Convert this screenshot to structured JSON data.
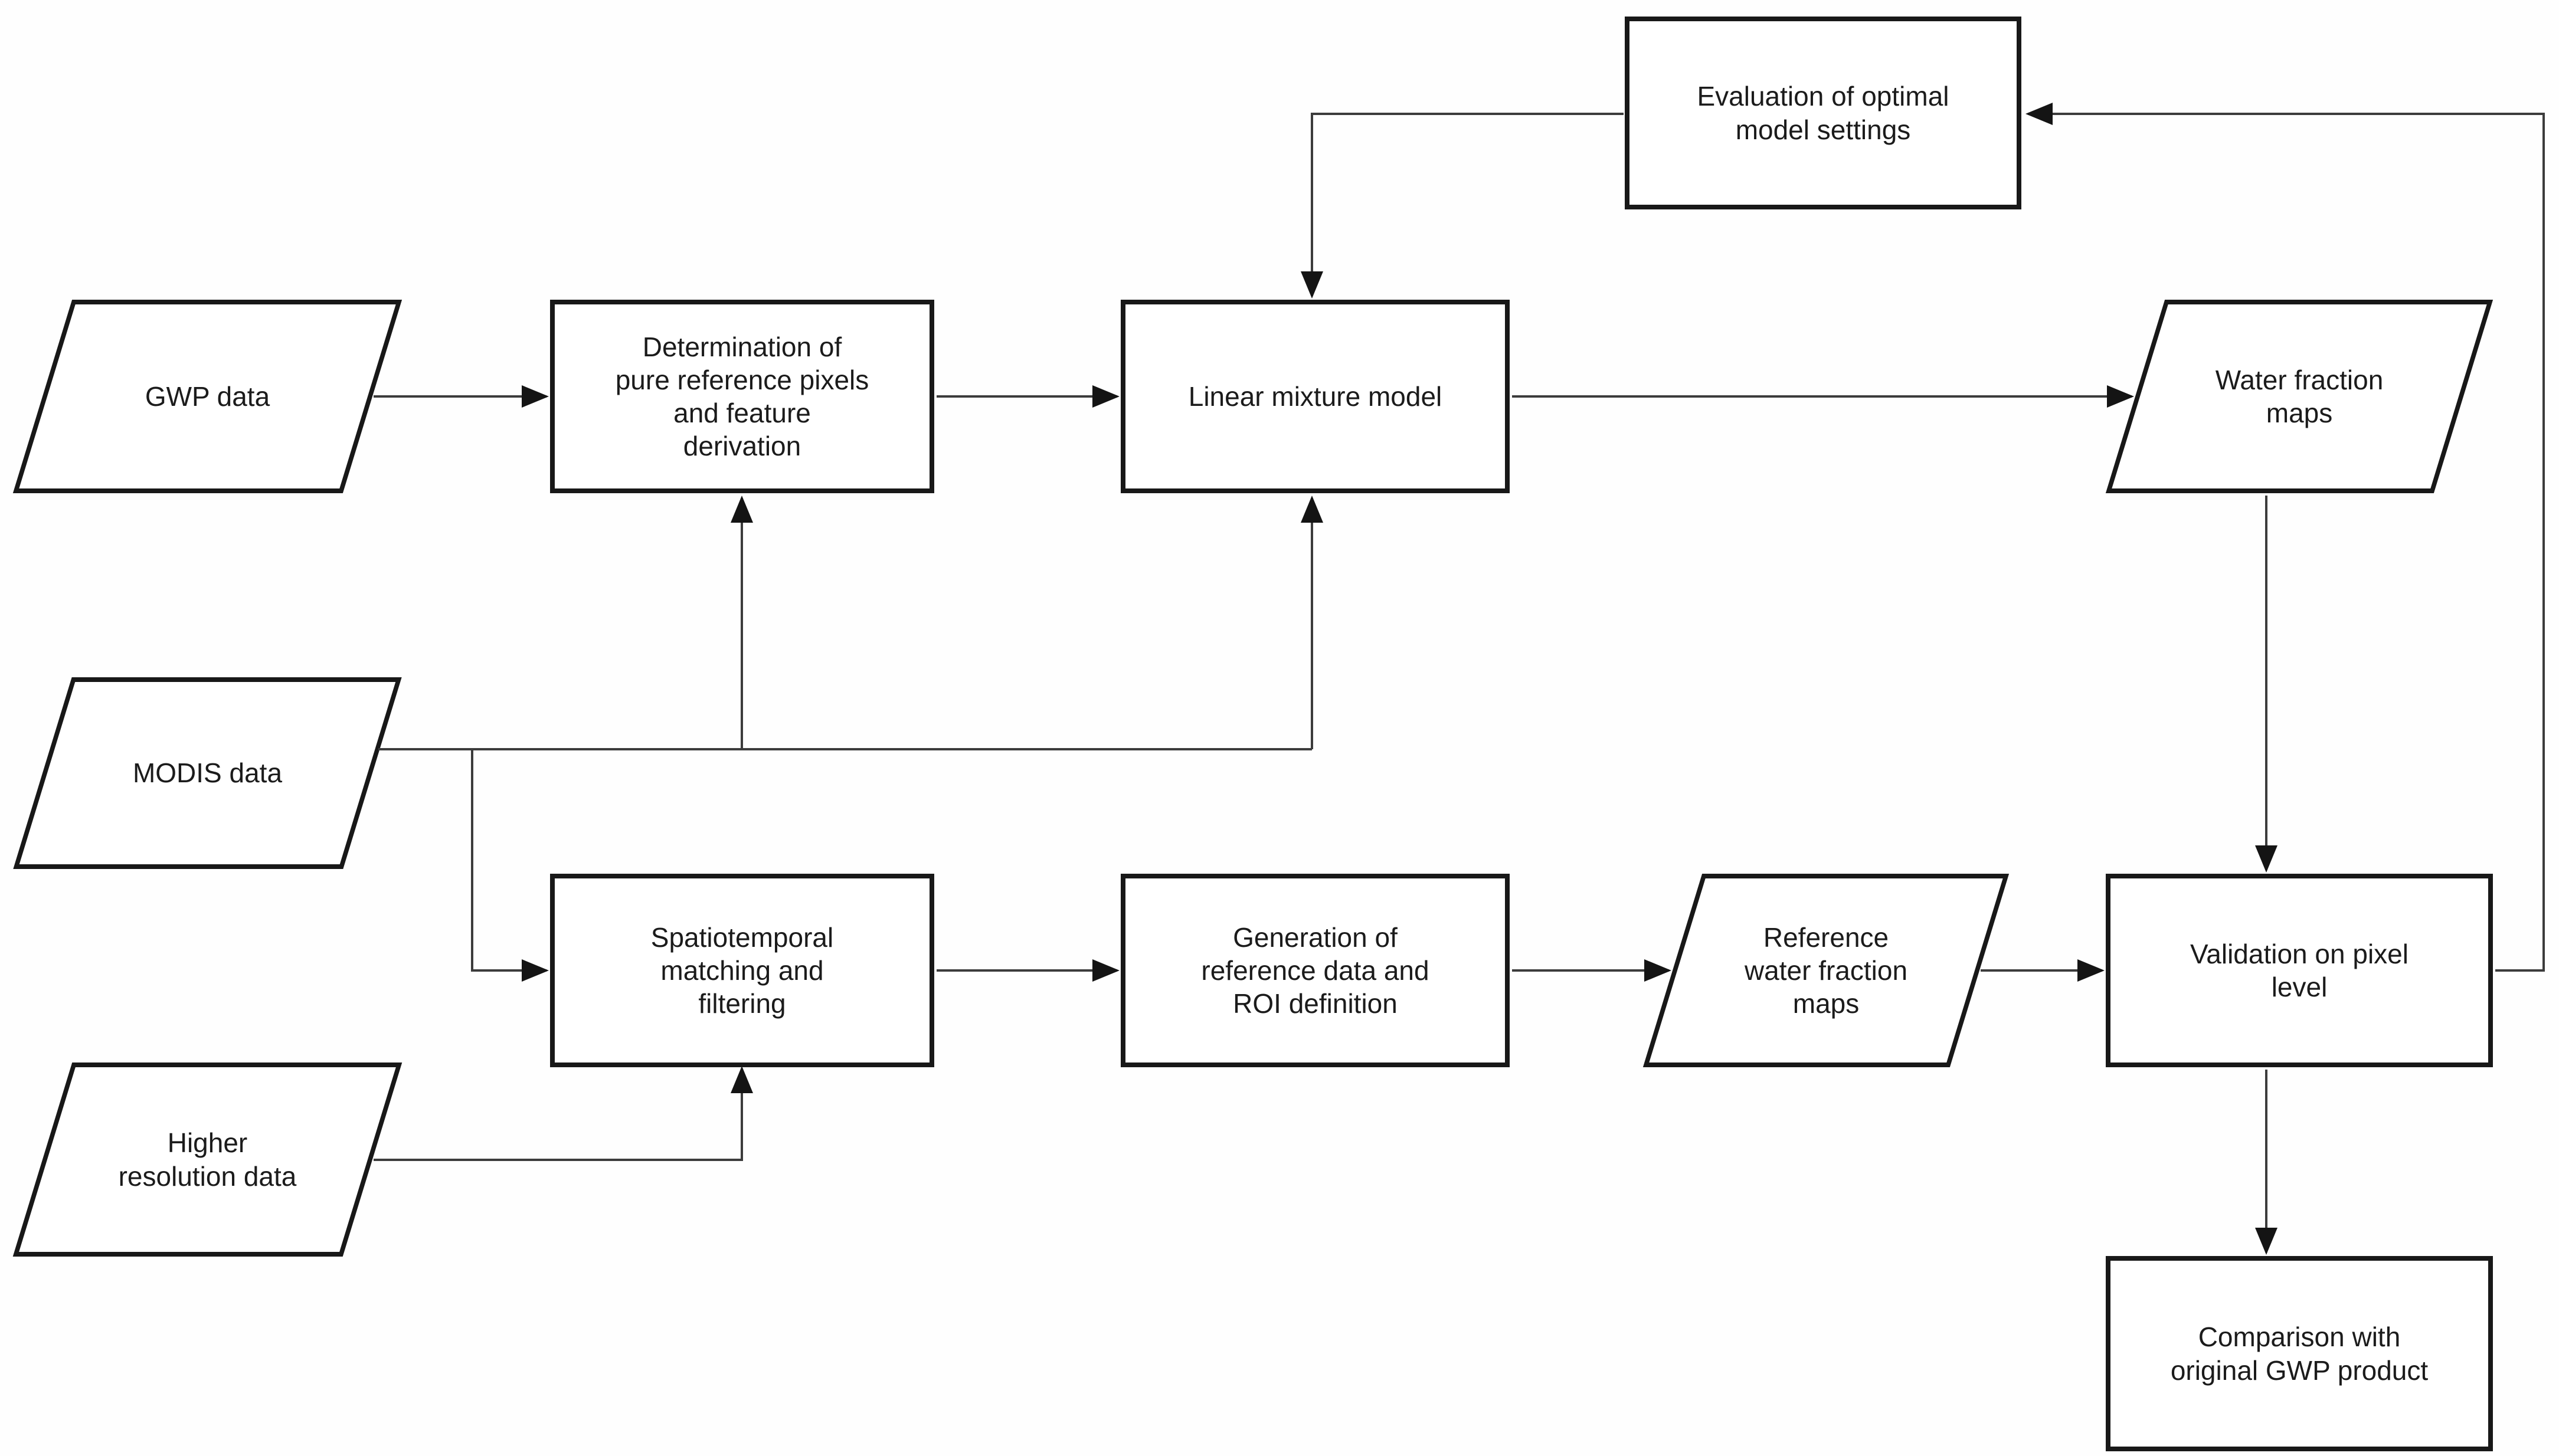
{
  "diagram": {
    "type": "flowchart",
    "colors": {
      "background": "#ffffff",
      "shape_border": "#181818",
      "connector_line": "#3c3c3c",
      "arrowhead": "#141414",
      "text": "#1b1b1b"
    },
    "nodes": {
      "evaluation": {
        "label": "Evaluation of optimal\nmodel settings",
        "shape": "process-rectangle"
      },
      "gwp_data": {
        "label": "GWP data",
        "shape": "data-parallelogram"
      },
      "determination": {
        "label": "Determination of\npure reference pixels\nand feature\nderivation",
        "shape": "process-rectangle"
      },
      "linear_mixture": {
        "label": "Linear mixture model",
        "shape": "process-rectangle"
      },
      "water_fraction_maps": {
        "label": "Water fraction\nmaps",
        "shape": "data-parallelogram"
      },
      "modis_data": {
        "label": "MODIS data",
        "shape": "data-parallelogram"
      },
      "spatiotemporal": {
        "label": "Spatiotemporal\nmatching and\nfiltering",
        "shape": "process-rectangle"
      },
      "generation": {
        "label": "Generation of\nreference data and\nROI definition",
        "shape": "process-rectangle"
      },
      "reference_wfm": {
        "label": "Reference\nwater fraction\nmaps",
        "shape": "data-parallelogram"
      },
      "validation": {
        "label": "Validation on pixel\nlevel",
        "shape": "process-rectangle"
      },
      "higher_resolution_data": {
        "label": "Higher\nresolution data",
        "shape": "data-parallelogram"
      },
      "comparison": {
        "label": "Comparison with\noriginal GWP product",
        "shape": "process-rectangle"
      }
    },
    "edges": [
      {
        "from": "gwp_data",
        "to": "determination"
      },
      {
        "from": "modis_data",
        "to": "determination"
      },
      {
        "from": "modis_data",
        "to": "linear_mixture"
      },
      {
        "from": "modis_data",
        "to": "spatiotemporal"
      },
      {
        "from": "determination",
        "to": "linear_mixture"
      },
      {
        "from": "evaluation",
        "to": "linear_mixture"
      },
      {
        "from": "linear_mixture",
        "to": "water_fraction_maps"
      },
      {
        "from": "water_fraction_maps",
        "to": "validation"
      },
      {
        "from": "higher_resolution_data",
        "to": "spatiotemporal"
      },
      {
        "from": "spatiotemporal",
        "to": "generation"
      },
      {
        "from": "generation",
        "to": "reference_wfm"
      },
      {
        "from": "reference_wfm",
        "to": "validation"
      },
      {
        "from": "validation",
        "to": "comparison"
      },
      {
        "from": "validation",
        "to": "evaluation"
      }
    ]
  }
}
